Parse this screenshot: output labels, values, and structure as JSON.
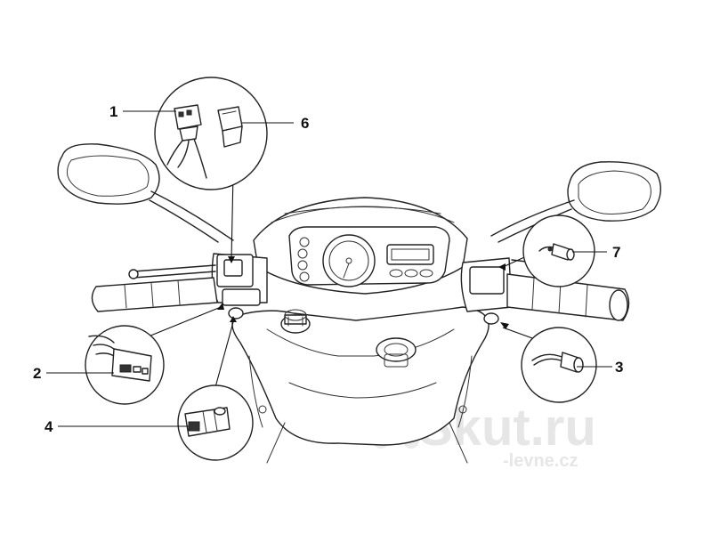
{
  "callouts": [
    {
      "id": "1",
      "label": "1"
    },
    {
      "id": "2",
      "label": "2"
    },
    {
      "id": "3",
      "label": "3"
    },
    {
      "id": "4",
      "label": "4"
    },
    {
      "id": "6",
      "label": "6"
    },
    {
      "id": "7",
      "label": "7"
    }
  ],
  "watermark": {
    "brand": "Skut.ru",
    "domain": "-levne.cz"
  },
  "colors": {
    "line": "#222222",
    "watermark": "#e6e6e6",
    "background": "#ffffff"
  }
}
